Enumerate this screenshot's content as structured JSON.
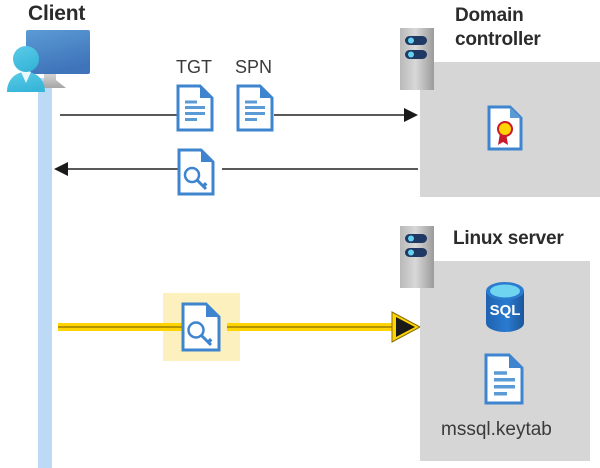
{
  "diagram": {
    "type": "sequence-flow",
    "title_client": "Client",
    "title_domain_controller": "Domain\ncontroller",
    "title_linux_server": "Linux server",
    "keytab_filename": "mssql.keytab",
    "message_labels": {
      "tgt": "TGT",
      "spn": "SPN"
    },
    "actors": [
      {
        "name": "Client",
        "icon": "client-computer-user-icon"
      },
      {
        "name": "Domain controller",
        "icon": "server-rack-icon"
      },
      {
        "name": "Linux server",
        "icon": "server-rack-icon"
      }
    ],
    "flows": [
      {
        "id": "request",
        "direction": "right",
        "from": "Client",
        "to": "Domain controller",
        "payload_labels": [
          "TGT",
          "SPN"
        ],
        "payload_icons": [
          "document-icon",
          "document-icon"
        ],
        "color": "#595959",
        "highlighted": false
      },
      {
        "id": "response",
        "direction": "left",
        "from": "Domain controller",
        "to": "Client",
        "payload_labels": [],
        "payload_icons": [
          "key-document-icon"
        ],
        "color": "#595959",
        "highlighted": false
      },
      {
        "id": "authenticate",
        "direction": "right",
        "from": "Client",
        "to": "Linux server",
        "payload_labels": [],
        "payload_icons": [
          "key-document-icon"
        ],
        "color": "#ffd400",
        "highlighted": true
      }
    ],
    "domain_controller_contents": [
      {
        "icon": "certificate-document-icon",
        "label": ""
      }
    ],
    "linux_server_contents": [
      {
        "icon": "sql-database-icon",
        "label": "SQL"
      },
      {
        "icon": "document-icon",
        "label": "mssql.keytab"
      }
    ],
    "sql_icon_text": "SQL",
    "colors": {
      "panel_gray": "#d6d6d6",
      "lifeline_blue": "#bcd9f5",
      "arrow_gray": "#595959",
      "arrow_yellow": "#ffd400",
      "highlight_yellow": "#fcf0bf",
      "doc_blue": "#3f84cf",
      "doc_fold_blue": "#2e6bb0",
      "text_dark": "#2b2b2b",
      "sql_blue": "#1f62b0",
      "cert_gold": "#ffd400",
      "cert_red": "#c91a2b"
    }
  }
}
